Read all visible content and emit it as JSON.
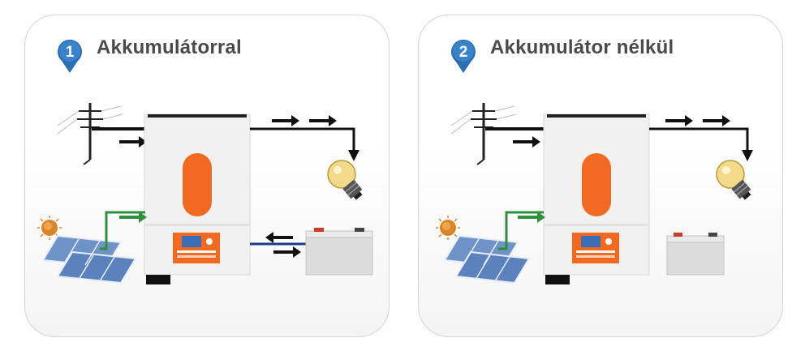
{
  "colors": {
    "badge": "#2b6fb3",
    "inverter_body": "#f1f1f1",
    "inverter_orange": "#f26a21",
    "solar_wire": "#2f8f3a",
    "battery_wire": "#1f3a8a",
    "grid_wire": "#111111"
  },
  "panels": [
    {
      "badge_number": "1",
      "title": "Akkumulátorral",
      "has_battery_flow": true,
      "icons": [
        "power-pole-icon",
        "solar-panel-icon",
        "sun-icon",
        "inverter-icon",
        "light-bulb-icon",
        "battery-icon",
        "arrow-icon"
      ]
    },
    {
      "badge_number": "2",
      "title": "Akkumulátor nélkül",
      "has_battery_flow": false,
      "icons": [
        "power-pole-icon",
        "solar-panel-icon",
        "sun-icon",
        "inverter-icon",
        "light-bulb-icon",
        "battery-icon",
        "arrow-icon"
      ]
    }
  ]
}
